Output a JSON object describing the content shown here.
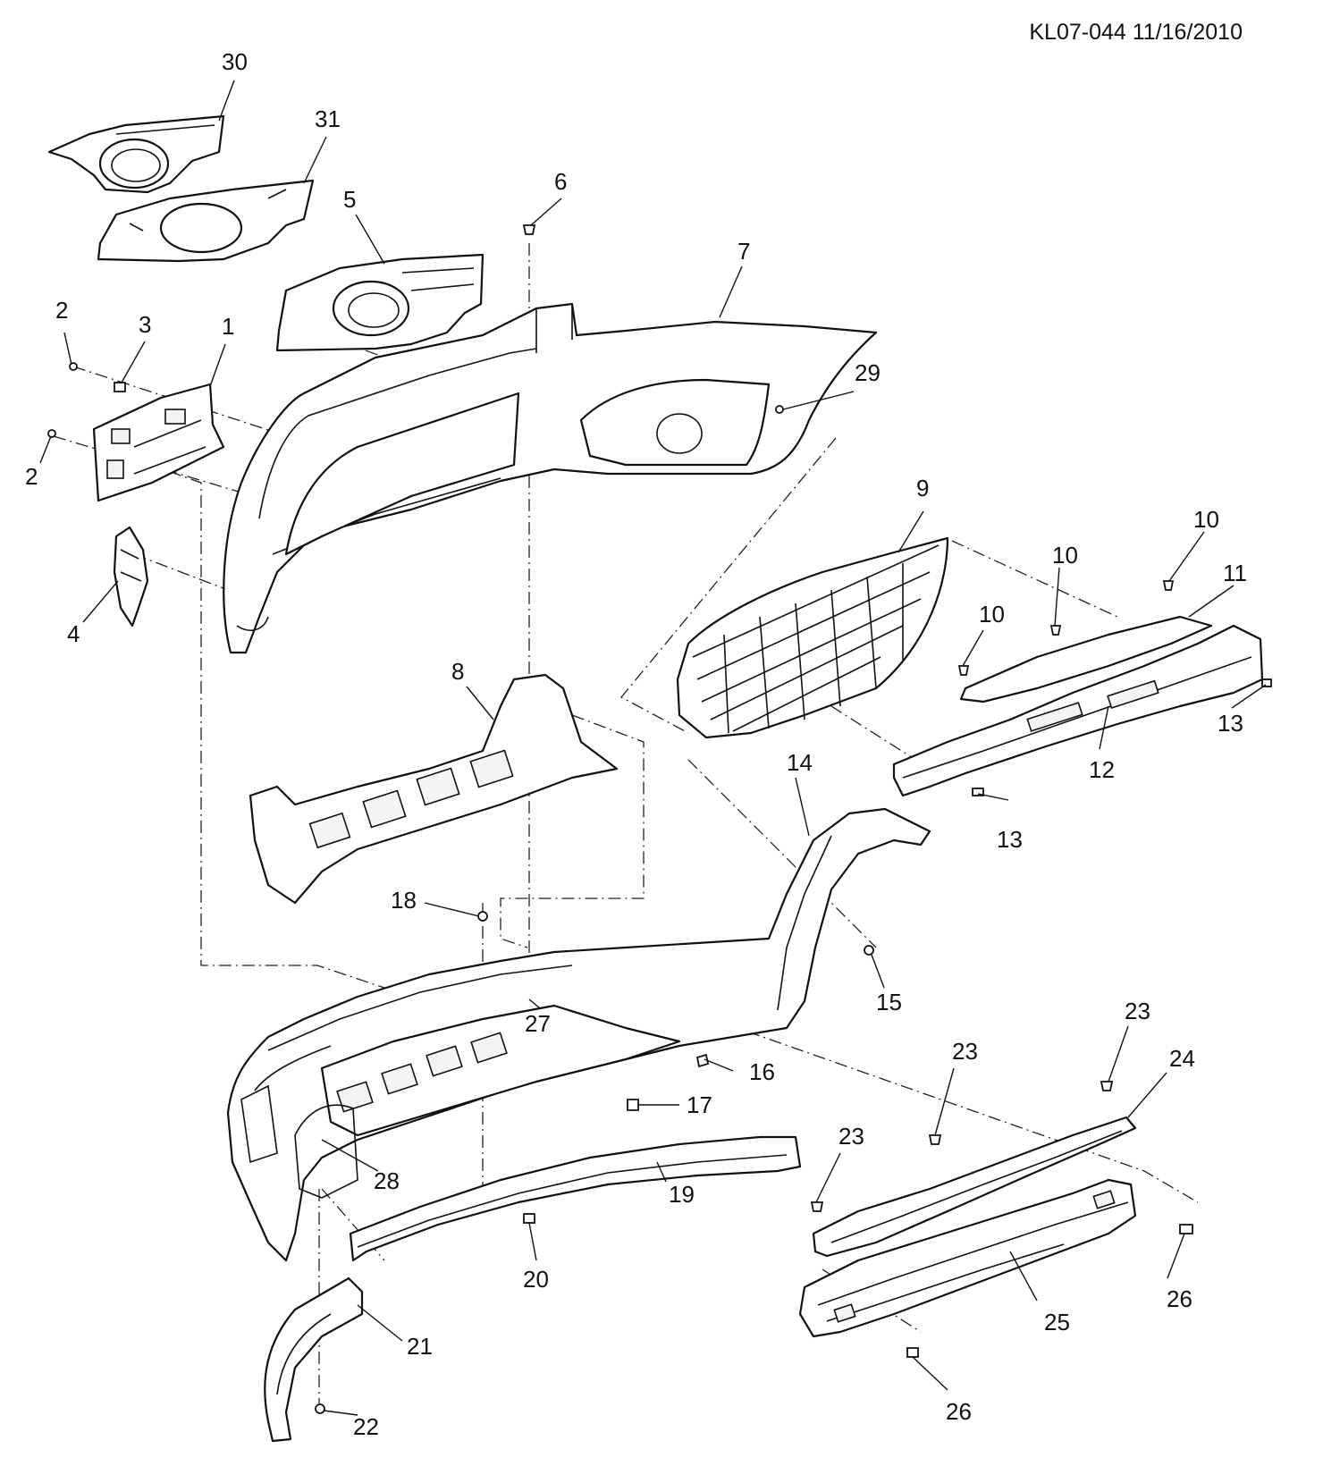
{
  "document": {
    "id_date": "KL07-044 11/16/2010"
  },
  "callouts": {
    "c30": "30",
    "c31": "31",
    "c5": "5",
    "c6": "6",
    "c7": "7",
    "c2a": "2",
    "c2b": "2",
    "c3": "3",
    "c1": "1",
    "c29": "29",
    "c4": "4",
    "c9": "9",
    "c10a": "10",
    "c10b": "10",
    "c10c": "10",
    "c11": "11",
    "c13a": "13",
    "c13b": "13",
    "c12": "12",
    "c8": "8",
    "c14": "14",
    "c18": "18",
    "c15": "15",
    "c27": "27",
    "c16": "16",
    "c17": "17",
    "c23a": "23",
    "c23b": "23",
    "c23c": "23",
    "c24": "24",
    "c28": "28",
    "c19": "19",
    "c20": "20",
    "c26a": "26",
    "c26b": "26",
    "c25": "25",
    "c21": "21",
    "c22": "22"
  }
}
